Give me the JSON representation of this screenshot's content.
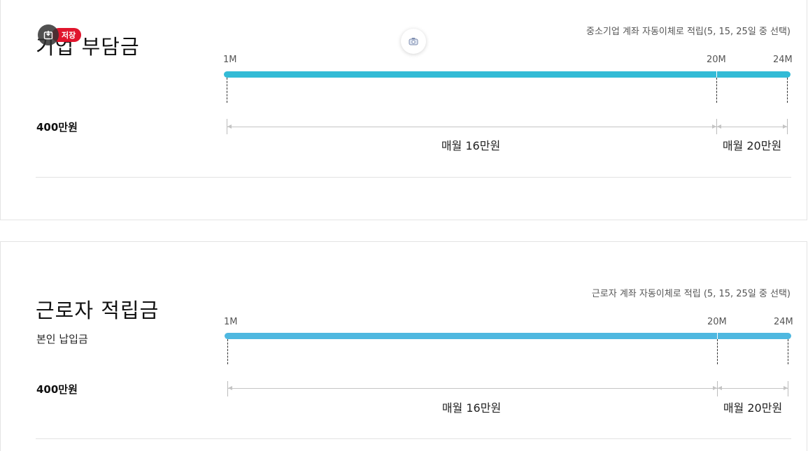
{
  "colors": {
    "accent": "#33BBD6",
    "accent2": "#4FB8E0",
    "badge": "#E0152D"
  },
  "overlay": {
    "save_label": "저장",
    "camera_icon": "camera-icon",
    "download_icon": "download-icon"
  },
  "sections": [
    {
      "title": "기업 부담금",
      "subtitle": "",
      "amount": "400만원",
      "note": "중소기업 계좌 자동이체로 적립(5, 15, 25일 중 선택)",
      "ticks": [
        "1M",
        "20M",
        "24M"
      ],
      "segments": [
        "매월 16만원",
        "매월 20만원"
      ]
    },
    {
      "title": "근로자 적립금",
      "subtitle": "본인 납입금",
      "amount": "400만원",
      "note": "근로자 계좌 자동이체로 적립 (5, 15, 25일 중 선택)",
      "ticks": [
        "1M",
        "20M",
        "24M"
      ],
      "segments": [
        "매월 16만원",
        "매월 20만원"
      ]
    }
  ]
}
